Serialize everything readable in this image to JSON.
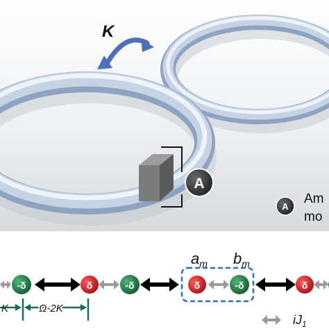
{
  "top_panel": {
    "coupling_label": "K",
    "modulator_badge": "A",
    "legend_badge": "A",
    "legend_text_line1": "Am",
    "legend_text_line2": "mo"
  },
  "lattice": {
    "site_labels": [
      "-δ",
      "δ",
      "-δ",
      "δ",
      "-δ",
      "δ",
      "-"
    ],
    "site_colors": {
      "minus_delta": "#1f7a45",
      "plus_delta": "#d61f26"
    },
    "unit_cell_labels": {
      "a_main": "a",
      "a_sub": "m",
      "b_main": "b",
      "b_sub": "m"
    },
    "bracket_left_label": "K",
    "bracket_right_label": "Ω-2K",
    "hopping_label_main": "iJ",
    "hopping_label_sub": "1",
    "colors": {
      "strong_arrow": "#000000",
      "weak_arrow": "#9a9a9a",
      "cell_box": "#2f6fb8",
      "bracket": "#1a6b5a",
      "coupling_arrow": "#4f6fb8",
      "ring": "#b9c8dc"
    }
  }
}
